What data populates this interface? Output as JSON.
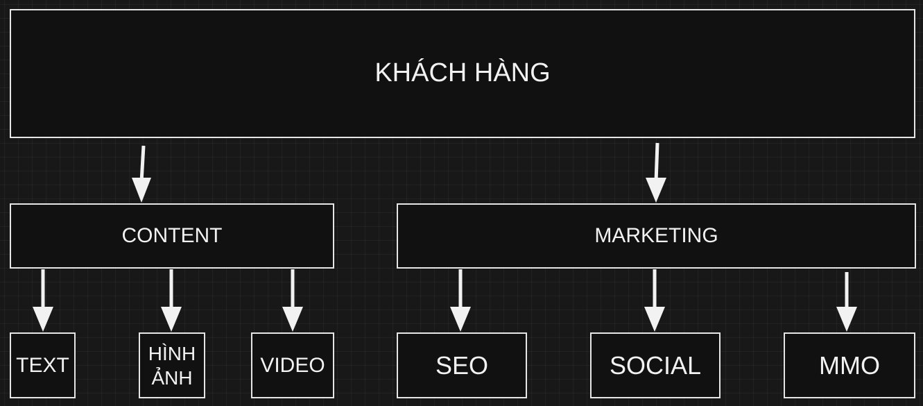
{
  "diagram": {
    "background": "#181818",
    "stroke": "#e6e6e6",
    "fill": "#111111",
    "text_color": "#f2f2f2",
    "root": {
      "label": "KHÁCH HÀNG"
    },
    "branches": [
      {
        "label": "CONTENT",
        "children": [
          "TEXT",
          "HÌNH ẢNH",
          "VIDEO"
        ]
      },
      {
        "label": "MARKETING",
        "children": [
          "SEO",
          "SOCIAL",
          "MMO"
        ]
      }
    ]
  }
}
